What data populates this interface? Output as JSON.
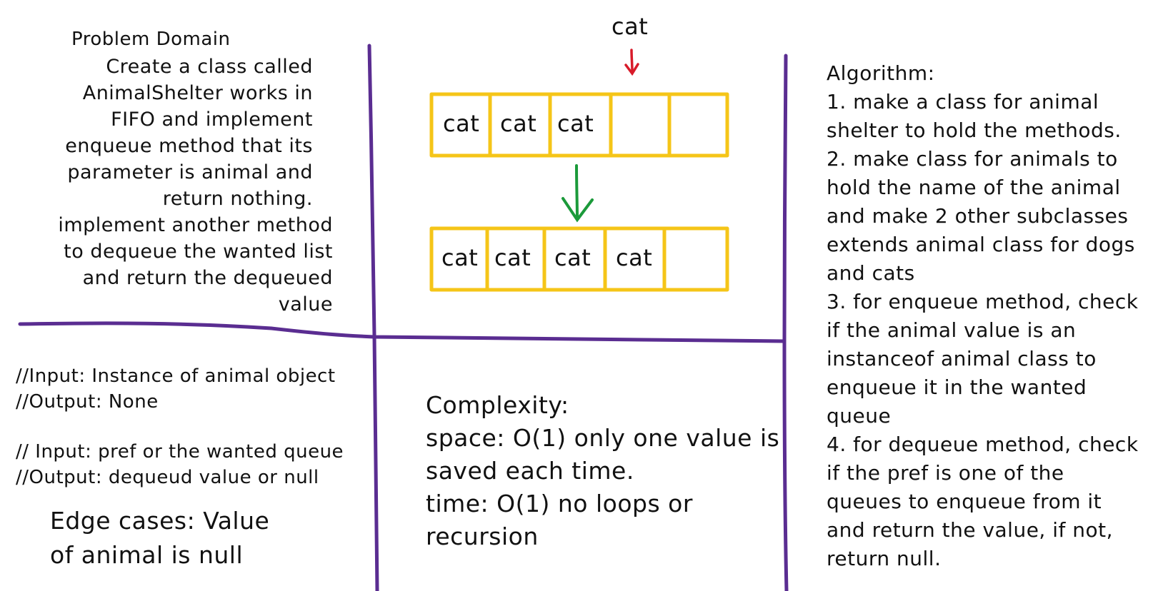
{
  "problem_domain": {
    "title": "Problem Domain",
    "lines": [
      "Create a class called",
      "AnimalShelter works in",
      "FIFO and implement",
      "enqueue method that its",
      "parameter is animal and",
      "return nothing.",
      "implement another method",
      "to dequeue the wanted list",
      "and return the dequeued",
      "value"
    ]
  },
  "io": {
    "input1": "//Input: Instance of animal object",
    "output1": "//Output: None",
    "input2": "// Input: pref or the wanted queue",
    "output2": "//Output: dequeud value or null"
  },
  "edge_cases": {
    "line1": "Edge cases: Value",
    "line2": "of animal is null"
  },
  "visual": {
    "incoming_label": "cat",
    "queue_before": [
      "cat",
      "cat",
      "cat",
      "",
      ""
    ],
    "queue_after": [
      "cat",
      "cat",
      "cat",
      "cat",
      ""
    ],
    "colors": {
      "queue_border": "#f5c518",
      "incoming_arrow": "#d81b2a",
      "transition_arrow": "#1b9a3a",
      "divider": "#5a2d91"
    }
  },
  "complexity": {
    "title": "Complexity:",
    "lines": [
      "space: O(1) only one value is",
      "saved each time.",
      "time: O(1) no loops or",
      "recursion"
    ]
  },
  "algorithm": {
    "title": "Algorithm:",
    "lines": [
      "1. make a class for animal",
      "shelter to hold the methods.",
      "2. make class for animals to",
      "hold the name of the animal",
      "and make 2 other subclasses",
      "extends animal class for dogs",
      "and cats",
      "3. for enqueue method, check",
      "if the animal value is an",
      "instanceof animal class to",
      "enqueue it in the wanted",
      "queue",
      "4. for dequeue method, check",
      "if the pref is one of the",
      "queues to enqueue from it",
      "and return the value, if not,",
      "return null."
    ]
  }
}
